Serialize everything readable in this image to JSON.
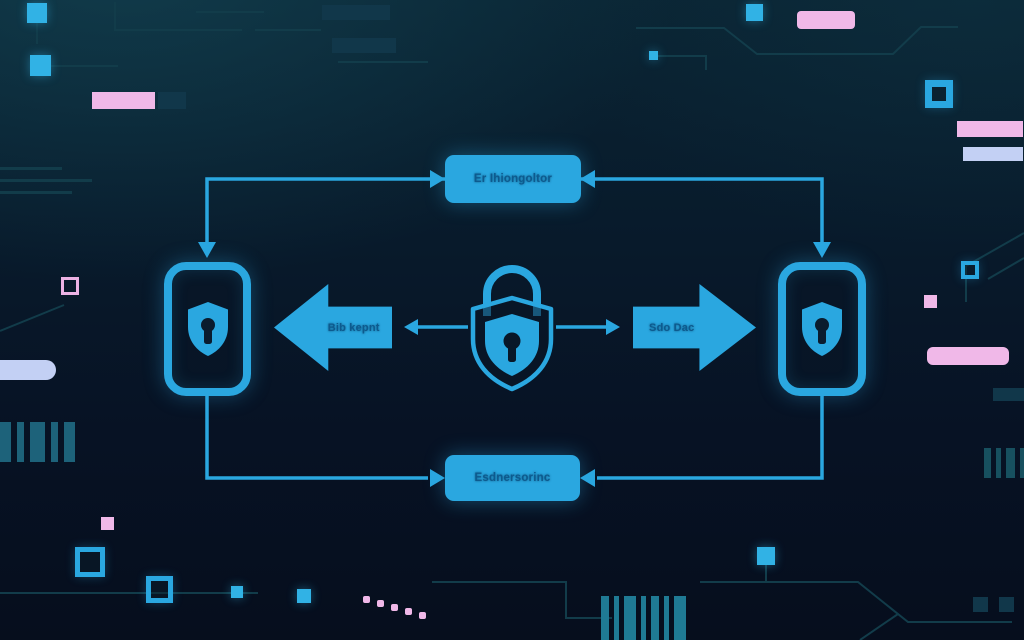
{
  "meta": {
    "description": "Cybersecurity illustration: central shield padlock exchanging protected data between two shielded devices, with labeled flow boxes and arrows over a circuit-board background"
  },
  "palette": {
    "accent_blue": "#2aa7e0",
    "bright_square_blue": "#31b2e5",
    "label_text_blue": "#0d5a8e",
    "background_top": "#0a2433",
    "background_bottom": "#060e1d",
    "circuit_line": "#123c4a",
    "pink": "#f0b8e8",
    "lavender": "#c3d0f4",
    "barcode_teal": "#1f7a94"
  },
  "diagram": {
    "top_node": {
      "label": "Er Ihiongoltor"
    },
    "bottom_node": {
      "label": "Esdnersorinc"
    },
    "left_arrow": {
      "label": "Bib kepnt",
      "direction": "left"
    },
    "right_arrow": {
      "label": "Sdo Dac",
      "direction": "right"
    },
    "center": {
      "icon": "shield-lock-icon"
    },
    "left_device": {
      "icon": "shield-keyhole-icon"
    },
    "right_device": {
      "icon": "shield-keyhole-icon"
    }
  }
}
